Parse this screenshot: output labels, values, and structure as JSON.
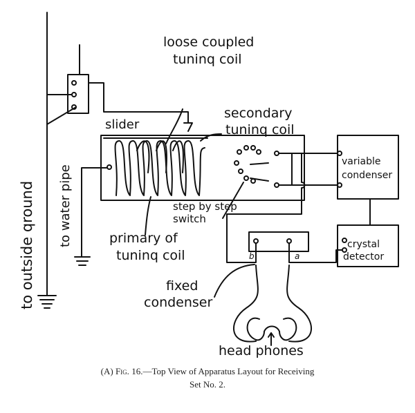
{
  "labels": {
    "loose_coupled": "loose coupled",
    "tuning_coil_top": "tuninq coil",
    "secondary": "secondary",
    "tuning_coil_secondary": "tuninq coil",
    "slider": "slider",
    "variable": "variable",
    "condenser_variable": "condenser",
    "to_water_pipe": "to water pipe",
    "to_outside_ground": "to outside qround",
    "step_by_step": "step by step",
    "switch": "switch",
    "primary_of": "primary of",
    "tuning_coil_primary": "tuninq coil",
    "crystal": "crystal",
    "detector": "detector",
    "fixed": "fixed",
    "condenser_fixed": "condenser",
    "terminal_b": "b",
    "terminal_a": "a",
    "head_phones": "head phones"
  },
  "caption": {
    "prefix": "(A)",
    "fig": "Fig.",
    "line1": "16.—Top View of Apparatus Layout for Receiving",
    "line2": "Set No. 2."
  }
}
